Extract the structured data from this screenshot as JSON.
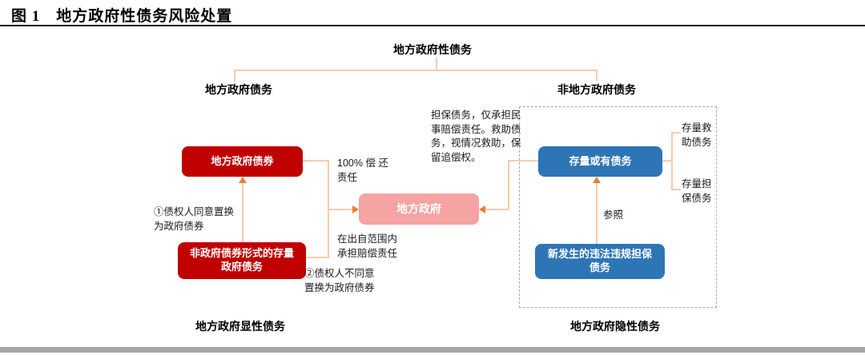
{
  "title": "图 1　地方政府性债务风险处置",
  "colors": {
    "node_dark_red": "#C00000",
    "node_pink": "#F5A3A3",
    "node_blue": "#2E75B6",
    "connector_line": "#F8CBAD",
    "arrowhead": "#ED7D31",
    "dashed_border": "#8FAADC",
    "bottom_bar": "#A6A6A6"
  },
  "tree": {
    "root": "地方政府性债务",
    "left_branch": "地方政府债务",
    "right_branch": "非地方政府债务"
  },
  "nodes": {
    "local_gov_bonds": "地方政府债券",
    "non_bond_stock_debt": "非政府债券形式的存量\n政府债务",
    "local_government": "地方政府",
    "stock_contingent_debt": "存量或有债务",
    "new_illegal_guarantee_debt": "新发生的违法违规担保\n债务"
  },
  "annotations": {
    "swap_agree": "①债权人同意置换\n为政府债券",
    "swap_disagree": "②债权人不同意\n置换为政府债券",
    "full_repayment": "100% 偿 还\n责任",
    "compensation_within_scope": "在出自范围内\n承担赔偿责任",
    "guarantee_note": "担保债务，仅承担民\n事赔偿责任。救助债\n务，视情况救助，保\n留追偿权。",
    "reference": "参照",
    "stock_rescue_debt": "存量救\n助债务",
    "stock_guarantee_debt": "存量担\n保债务"
  },
  "footer": {
    "explicit_debt": "地方政府显性债务",
    "implicit_debt": "地方政府隐性债务"
  }
}
